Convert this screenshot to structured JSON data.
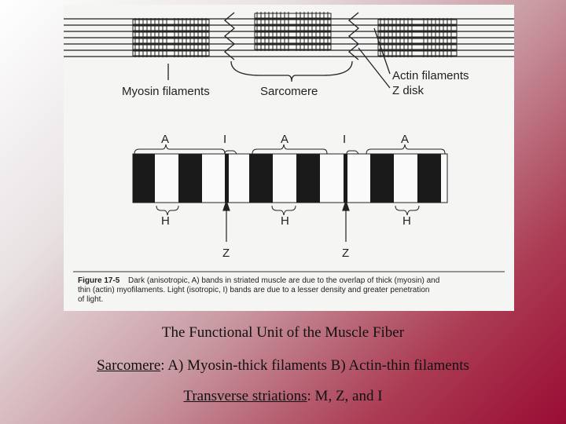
{
  "figure": {
    "labels": {
      "myosin": "Myosin filaments",
      "sarcomere": "Sarcomere",
      "actin": "Actin filaments",
      "zdisk": "Z disk"
    },
    "bands": {
      "a1": "A",
      "i1": "I",
      "a2": "A",
      "i2": "I",
      "a3": "A",
      "h1": "H",
      "h2": "H",
      "h3": "H",
      "z1": "Z",
      "z2": "Z"
    },
    "caption": {
      "number": "Figure 17-5",
      "line1": "Dark (anisotropic, A) bands in striated muscle are due to the overlap of thick (myosin) and",
      "line2": "thin (actin) myofilaments.  Light (isotropic, I) bands are due to a lesser density and greater penetration",
      "line3": "of light."
    }
  },
  "text": {
    "title": "The Functional Unit of the Muscle Fiber",
    "line2_term": "Sarcomere",
    "line2_rest": ": A) Myosin-thick filaments B) Actin-thin filaments",
    "line3_term": "Transverse striations",
    "line3_rest": ": M, Z, and I"
  }
}
